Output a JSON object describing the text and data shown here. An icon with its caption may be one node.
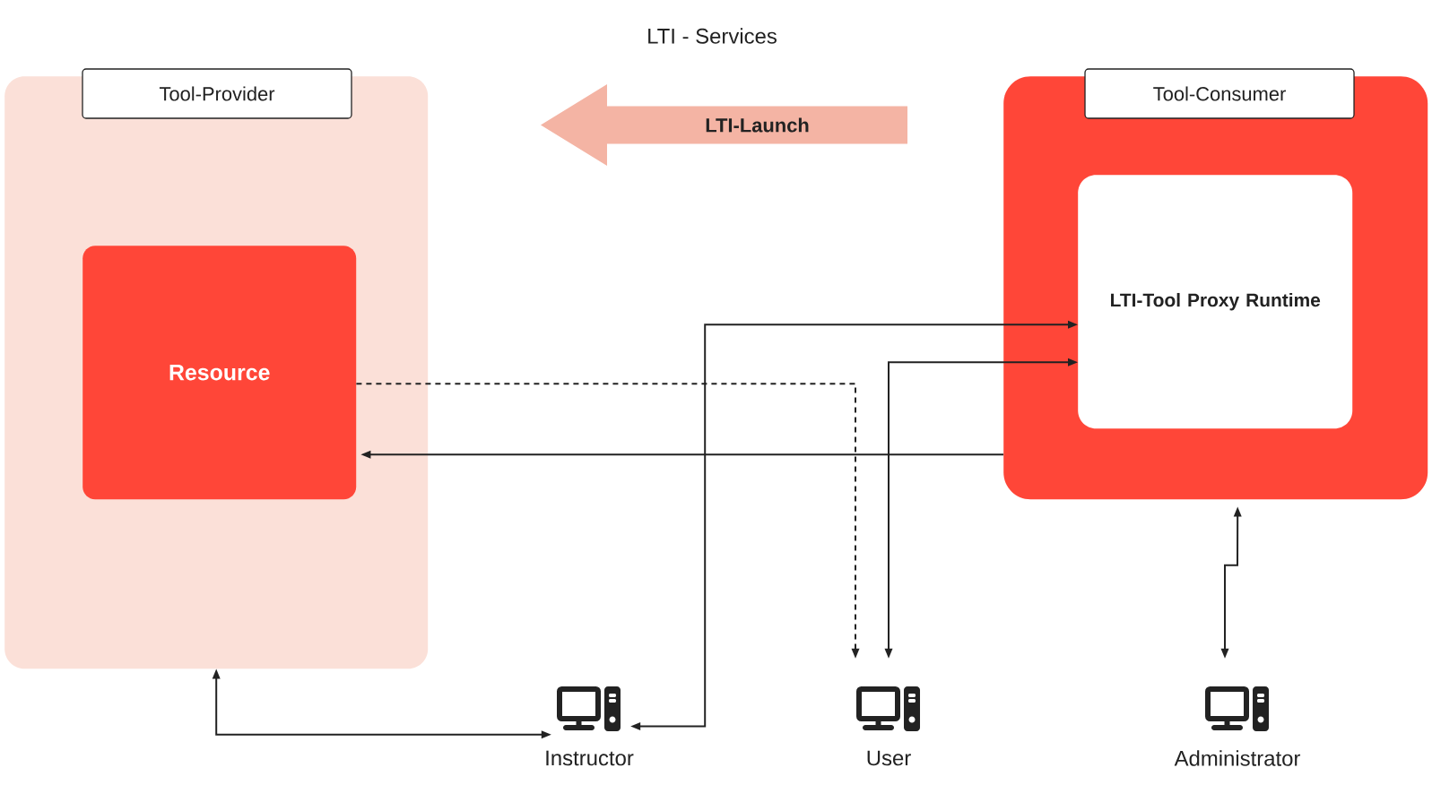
{
  "diagram": {
    "title": "LTI - Services",
    "nodes": [
      {
        "text": [
          "Tool-Provider"
        ]
      },
      {
        "text": [
          "Resource"
        ],
        "in": 0
      },
      {
        "text": [
          "Tool-Consumer"
        ]
      },
      {
        "text": [
          "LTI-Tool Proxy Runtime"
        ],
        "in": 2
      },
      {
        "text": [
          "LTI-Launch"
        ]
      },
      {
        "text": [
          "Instructor"
        ]
      },
      {
        "text": [
          "User"
        ]
      },
      {
        "text": [
          "Administrator"
        ]
      }
    ],
    "edges": [
      {
        "from": 0,
        "to": 5,
        "arrow": "both"
      },
      {
        "from": 5,
        "to": 3,
        "arrow": "both"
      },
      {
        "from": 6,
        "to": 3,
        "arrow": "both"
      },
      {
        "from": 1,
        "to": 6,
        "arrow": "to",
        "style": "dashed"
      },
      {
        "from": 2,
        "to": 1,
        "arrow": "to"
      },
      {
        "from": 7,
        "to": 2,
        "arrow": "both"
      }
    ]
  }
}
